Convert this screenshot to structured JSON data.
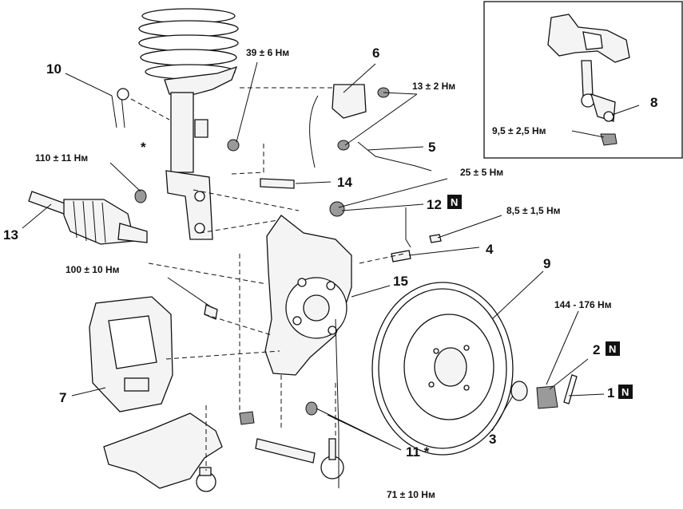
{
  "callouts": {
    "c1": "1",
    "c2": "2",
    "c3": "3",
    "c4": "4",
    "c5": "5",
    "c6": "6",
    "c7": "7",
    "c8": "8",
    "c9": "9",
    "c10": "10",
    "c11": "11 *",
    "c12": "12",
    "c13": "13",
    "c14": "14",
    "c15": "15",
    "star": "*"
  },
  "badge": {
    "letter": "N"
  },
  "torques": {
    "t39": "39 ± 6 Нм",
    "t13": "13 ± 2 Нм",
    "t110": "110 ± 11 Нм",
    "t25": "25 ± 5 Нм",
    "t8_5": "8,5 ± 1,5 Нм",
    "t100": "100 ± 10 Нм",
    "t144": "144 - 176 Нм",
    "t9_5": "9,5 ± 2,5 Нм",
    "t71": "71 ± 10 Нм"
  },
  "icons": {
    "spring": "coil-spring-icon",
    "strut": "shock-absorber-icon",
    "driveshaft": "drive-shaft-icon",
    "knuckle": "steering-knuckle-icon",
    "rotor": "brake-disc-icon",
    "caliper": "brake-caliper-icon",
    "arm": "lower-arm-icon",
    "tierod": "tie-rod-end-icon",
    "stabilizer": "stabilizer-link-icon"
  }
}
